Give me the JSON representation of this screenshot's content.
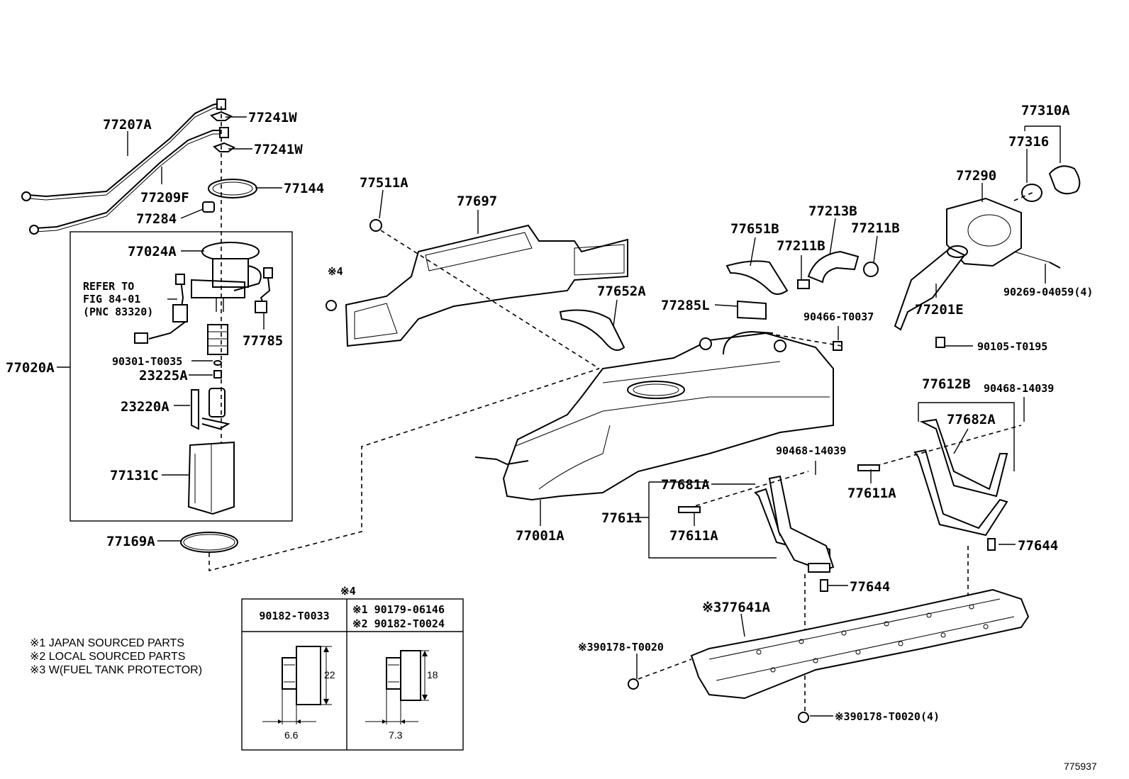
{
  "labels": {
    "l77207A": "77207A",
    "l77241W_1": "77241W",
    "l77241W_2": "77241W",
    "l77144": "77144",
    "l77209F": "77209F",
    "l77284": "77284",
    "l77024A": "77024A",
    "l77785": "77785",
    "l77020A": "77020A",
    "l90301": "90301-T0035",
    "l23225A": "23225A",
    "l23220A": "23220A",
    "l77131C": "77131C",
    "l77169A": "77169A",
    "l77511A": "77511A",
    "l77697": "77697",
    "l77652A": "77652A",
    "l77651B": "77651B",
    "l77213B": "77213B",
    "l77211B_1": "77211B",
    "l77211B_2": "77211B",
    "l77285L": "77285L",
    "l90466": "90466-T0037",
    "l77290": "77290",
    "l77310A": "77310A",
    "l77316": "77316",
    "l90269": "90269-04059(4)",
    "l77201E": "77201E",
    "l90105": "90105-T0195",
    "l77612B": "77612B",
    "l90468_1": "90468-14039",
    "l77682A": "77682A",
    "l90468_2": "90468-14039",
    "l77611A_1": "77611A",
    "l77681A": "77681A",
    "l77611": "77611",
    "l77611A_2": "77611A",
    "l77001A": "77001A",
    "l77644_1": "77644",
    "l77644_2": "77644",
    "l77641A": "※377641A",
    "l90178_1": "※390178-T0020",
    "l90178_2": "※390178-T0020(4)",
    "mark4_left": "※4",
    "mark4_top": "※4",
    "fig_number": "775937"
  },
  "refer": {
    "line1": "REFER TO",
    "line2": "FIG 84-01",
    "line3": "(PNC 83320)"
  },
  "legend": {
    "n1": "※1 JAPAN SOURCED PARTS",
    "n2": "※2 LOCAL SOURCED PARTS",
    "n3": "※3 W(FUEL TANK PROTECTOR)"
  },
  "bolt_table": {
    "col1_header": "90182-T0033",
    "col2_header_1": "※1 90179-06146",
    "col2_header_2": "※2 90182-T0024",
    "col1_height": "22",
    "col1_width": "6.6",
    "col2_height": "18",
    "col2_width": "7.3"
  }
}
